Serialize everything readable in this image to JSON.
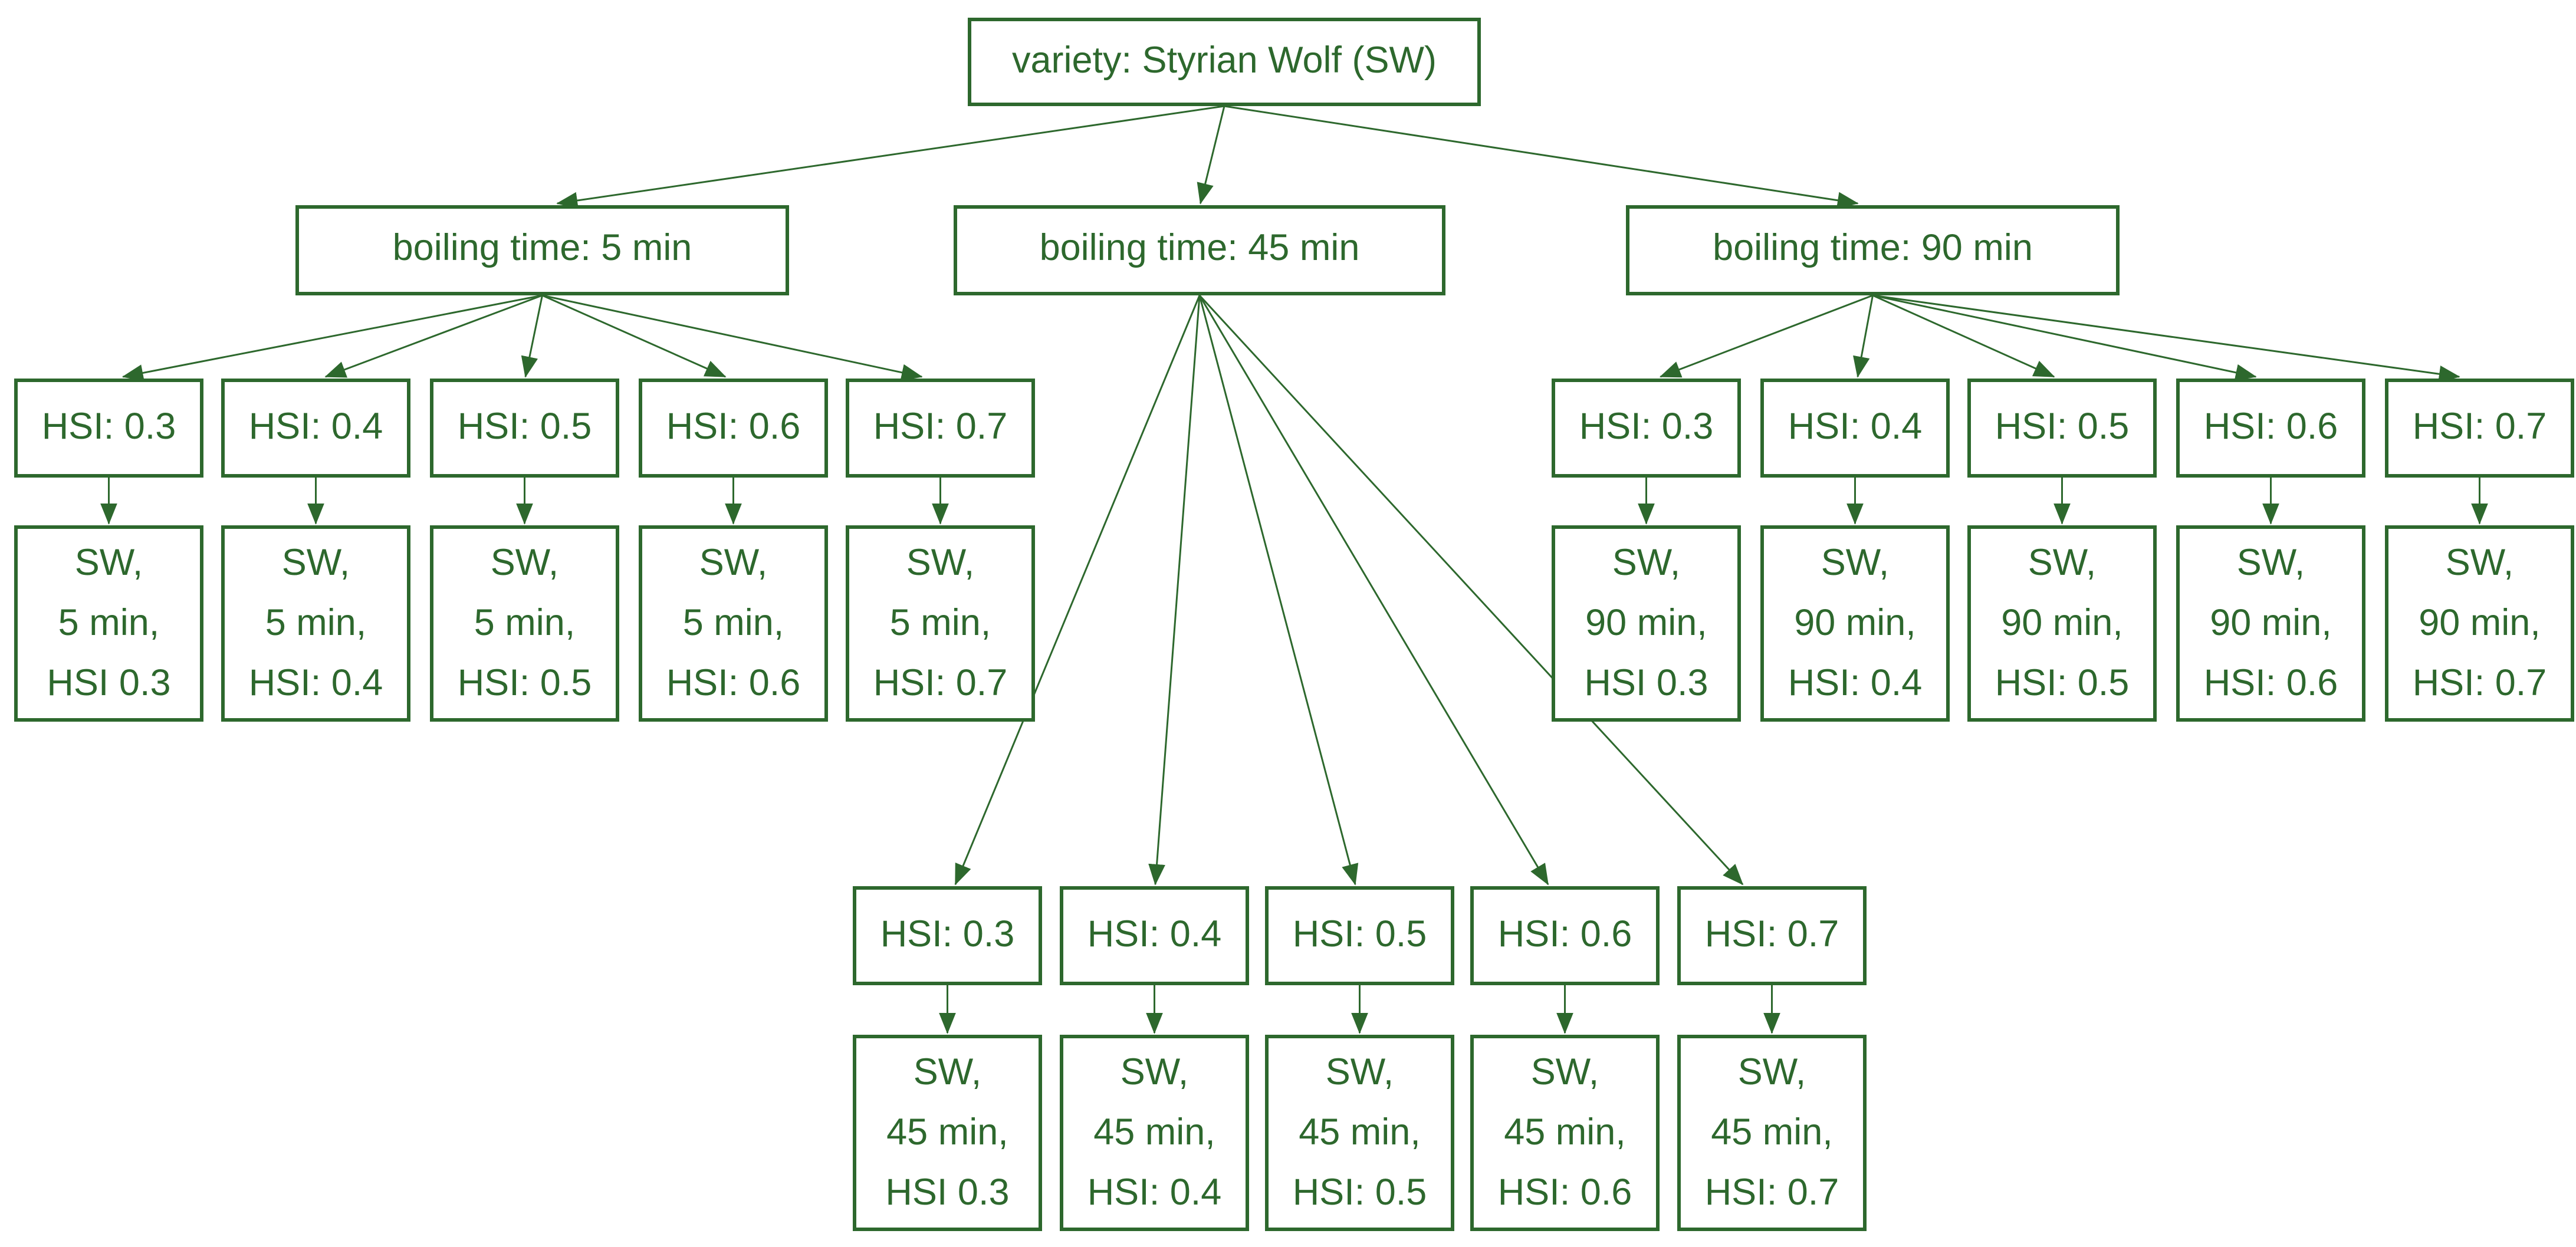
{
  "diagram": {
    "title": "hop sample decision tree",
    "colors": {
      "accent_green": "#2d682d",
      "background": "#ffffff"
    },
    "root_label": "variety: Styrian Wolf (SW)",
    "branches": [
      {
        "label": "boiling time: 5 min",
        "children": [
          {
            "hsi": "HSI: 0.3",
            "leaf": "SW,\n5 min,\nHSI 0.3"
          },
          {
            "hsi": "HSI: 0.4",
            "leaf": "SW,\n5 min,\nHSI: 0.4"
          },
          {
            "hsi": "HSI: 0.5",
            "leaf": "SW,\n5 min,\nHSI: 0.5"
          },
          {
            "hsi": "HSI: 0.6",
            "leaf": "SW,\n5 min,\nHSI: 0.6"
          },
          {
            "hsi": "HSI: 0.7",
            "leaf": "SW,\n5 min,\nHSI: 0.7"
          }
        ]
      },
      {
        "label": "boiling time: 45 min",
        "children": [
          {
            "hsi": "HSI: 0.3",
            "leaf": "SW,\n45 min,\nHSI 0.3"
          },
          {
            "hsi": "HSI: 0.4",
            "leaf": "SW,\n45 min,\nHSI: 0.4"
          },
          {
            "hsi": "HSI: 0.5",
            "leaf": "SW,\n45 min,\nHSI: 0.5"
          },
          {
            "hsi": "HSI: 0.6",
            "leaf": "SW,\n45 min,\nHSI: 0.6"
          },
          {
            "hsi": "HSI: 0.7",
            "leaf": "SW,\n45 min,\nHSI: 0.7"
          }
        ]
      },
      {
        "label": "boiling time: 90 min",
        "children": [
          {
            "hsi": "HSI: 0.3",
            "leaf": "SW,\n90 min,\nHSI 0.3"
          },
          {
            "hsi": "HSI: 0.4",
            "leaf": "SW,\n90 min,\nHSI: 0.4"
          },
          {
            "hsi": "HSI: 0.5",
            "leaf": "SW,\n90 min,\nHSI: 0.5"
          },
          {
            "hsi": "HSI: 0.6",
            "leaf": "SW,\n90 min,\nHSI: 0.6"
          },
          {
            "hsi": "HSI: 0.7",
            "leaf": "SW,\n90 min,\nHSI: 0.7"
          }
        ]
      }
    ]
  }
}
